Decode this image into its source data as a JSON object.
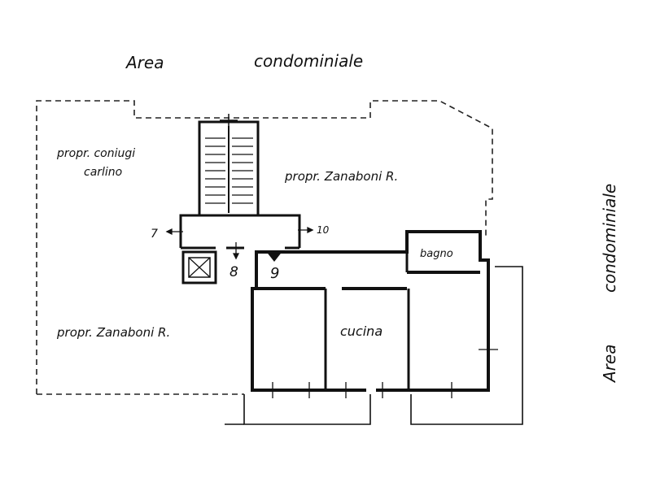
{
  "labels": {
    "area_top_1": "Area",
    "area_top_2": "condominiale",
    "area_right_1": "Area",
    "area_right_2": "condominiale",
    "owner_carlino_1": "propr. coniugi",
    "owner_carlino_2": "carlino",
    "owner_zanaboni_top": "propr. Zanaboni R.",
    "owner_zanaboni_bottom": "propr. Zanaboni R.",
    "bathroom": "bagno",
    "kitchen": "cucina",
    "num_7": "7",
    "num_8": "8",
    "num_9": "9",
    "num_10": "10"
  },
  "colors": {
    "ink": "#111111",
    "paper": "#ffffff"
  }
}
